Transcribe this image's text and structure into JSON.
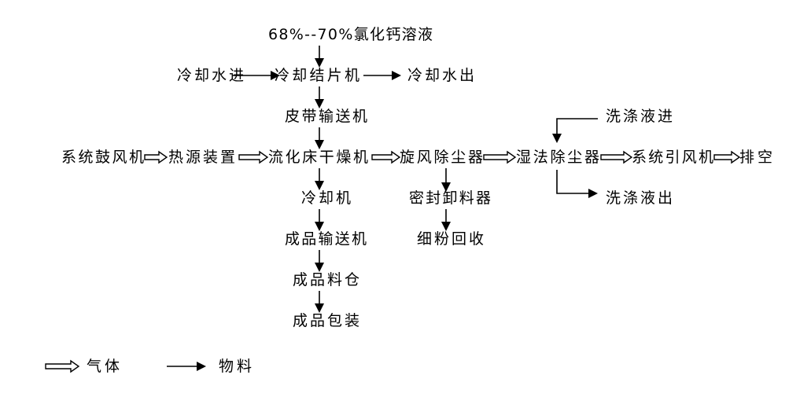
{
  "nodes": {
    "feed": "68%--70%氯化钙溶液",
    "cooling_water_in": "冷却水进",
    "flaker": "冷却结片机",
    "cooling_water_out": "冷却水出",
    "belt_conveyor": "皮带输送机",
    "blower": "系统鼓风机",
    "heat_source": "热源装置",
    "fluid_bed_dryer": "流化床干燥机",
    "cyclone": "旋风除尘器",
    "wet_scrubber": "湿法除尘器",
    "induced_fan": "系统引风机",
    "exhaust": "排空",
    "wash_in": "洗涤液进",
    "wash_out": "洗涤液出",
    "cooler": "冷却机",
    "product_conveyor": "成品输送机",
    "product_bin": "成品料仓",
    "packaging": "成品包装",
    "rotary_valve": "密封卸料器",
    "fines_recovery": "细粉回收"
  },
  "legend": {
    "gas": "气体",
    "material": "物料"
  }
}
